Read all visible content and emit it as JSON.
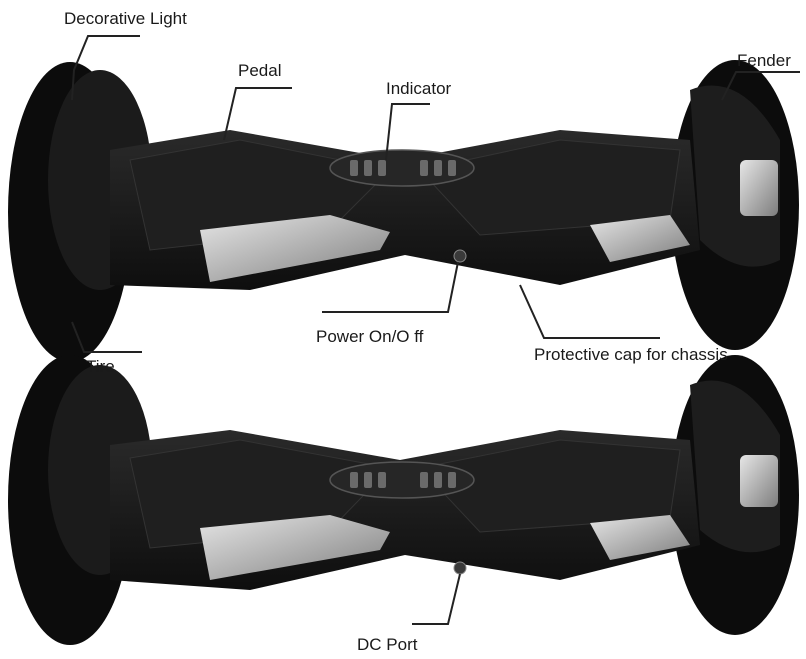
{
  "labels": {
    "decorative_light": "Decorative Light",
    "pedal": "Pedal",
    "indicator": "Indicator",
    "fender": "Fender",
    "power": "Power On/O ff",
    "protective_cap": "Protective cap for chassis",
    "tire": "Tire",
    "dc_port": "DC Port"
  },
  "colors": {
    "body": "#151515",
    "wheel": "#0c0c0c",
    "highlight": "#8a8a8a",
    "leader": "#222222"
  }
}
